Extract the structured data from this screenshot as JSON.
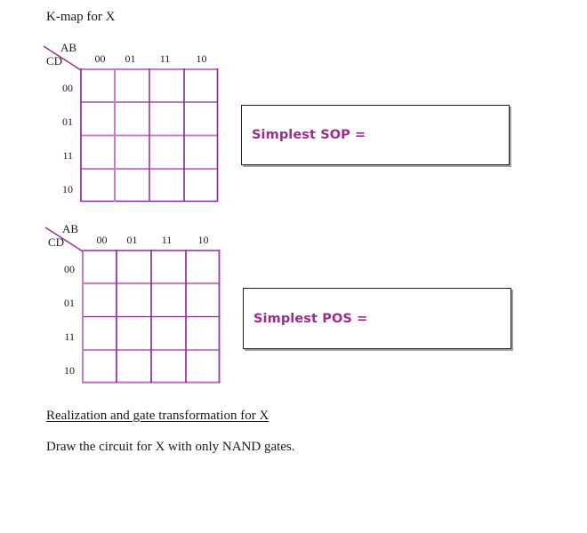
{
  "page": {
    "title": "K-map for X"
  },
  "kmaps": [
    {
      "name": "kmap-sop",
      "axis_top_label": "AB",
      "axis_left_label": "CD",
      "col_headers": [
        "00",
        "01",
        "11",
        "10"
      ],
      "row_headers": [
        "00",
        "01",
        "11",
        "10"
      ],
      "cells": [
        [
          "",
          "",
          "",
          ""
        ],
        [
          "",
          "",
          "",
          ""
        ],
        [
          "",
          "",
          "",
          ""
        ],
        [
          "",
          "",
          "",
          ""
        ]
      ]
    },
    {
      "name": "kmap-pos",
      "axis_top_label": "AB",
      "axis_left_label": "CD",
      "col_headers": [
        "00",
        "01",
        "11",
        "10"
      ],
      "row_headers": [
        "00",
        "01",
        "11",
        "10"
      ],
      "cells": [
        [
          "",
          "",
          "",
          ""
        ],
        [
          "",
          "",
          "",
          ""
        ],
        [
          "",
          "",
          "",
          ""
        ],
        [
          "",
          "",
          "",
          ""
        ]
      ]
    }
  ],
  "answers": {
    "sop_label": "Simplest SOP =",
    "sop_value": "",
    "pos_label": "Simplest POS =",
    "pos_value": ""
  },
  "bottom": {
    "heading": "Realization and gate transformation for X",
    "instruction": "Draw the circuit for X with only NAND gates."
  },
  "colors": {
    "grid_dark": "#7B2D8E",
    "grid_light": "#C77FC4",
    "accent_text": "#9B2D8F",
    "box_border": "#1c1c1c",
    "text": "#1a1a1a"
  }
}
